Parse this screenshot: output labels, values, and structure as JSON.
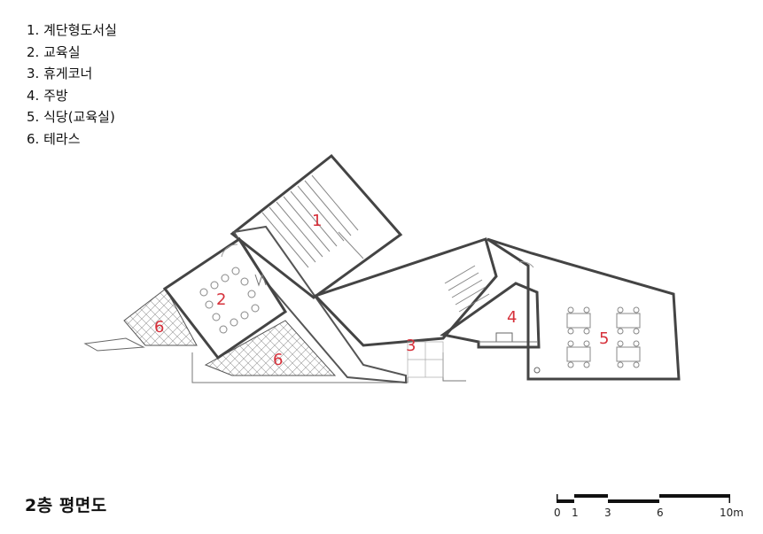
{
  "legend": [
    {
      "num": "1.",
      "label": "계단형도서실"
    },
    {
      "num": "2.",
      "label": "교육실"
    },
    {
      "num": "3.",
      "label": "휴게코너"
    },
    {
      "num": "4.",
      "label": "주방"
    },
    {
      "num": "5.",
      "label": "식당(교육실)"
    },
    {
      "num": "6.",
      "label": "테라스"
    }
  ],
  "plan_title": "2층 평면도",
  "room_labels": [
    "1",
    "2",
    "3",
    "4",
    "5",
    "6",
    "6"
  ],
  "scale_bar": {
    "ticks": [
      "0",
      "1",
      "3",
      "6",
      "10m"
    ]
  },
  "colors": {
    "room_label": "#d6303a",
    "wall": "#444444",
    "line": "#777777"
  }
}
